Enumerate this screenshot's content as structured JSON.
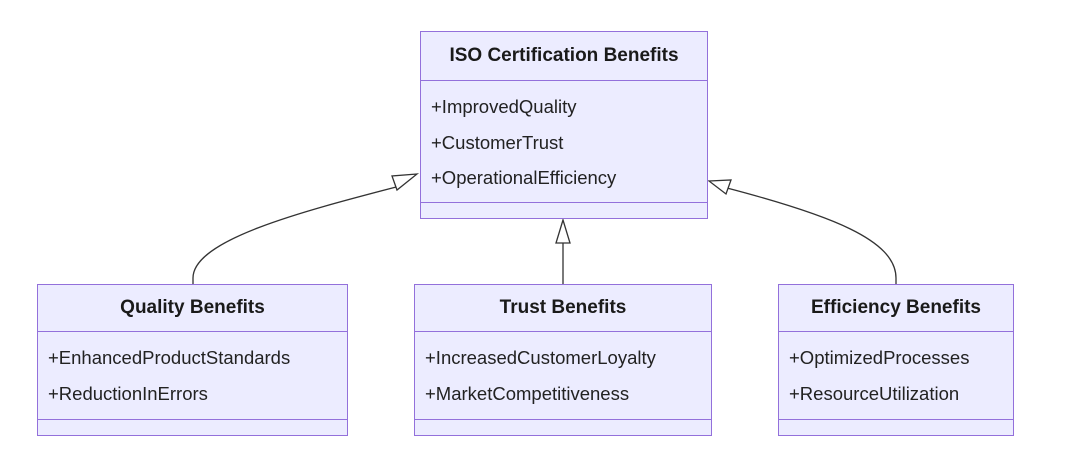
{
  "diagram": {
    "type": "uml-class-diagram",
    "colors": {
      "fill": "#ececff",
      "stroke": "#9370db",
      "edge": "#333333"
    },
    "parent": {
      "name": "ISO Certification Benefits",
      "attributes": [
        "+ImprovedQuality",
        "+CustomerTrust",
        "+OperationalEfficiency"
      ]
    },
    "children": [
      {
        "name": "Quality Benefits",
        "attributes": [
          "+EnhancedProductStandards",
          "+ReductionInErrors"
        ]
      },
      {
        "name": "Trust Benefits",
        "attributes": [
          "+IncreasedCustomerLoyalty",
          "+MarketCompetitiveness"
        ]
      },
      {
        "name": "Efficiency Benefits",
        "attributes": [
          "+OptimizedProcesses",
          "+ResourceUtilization"
        ]
      }
    ],
    "relations": [
      {
        "from": "Quality Benefits",
        "to": "ISO Certification Benefits",
        "kind": "inheritance"
      },
      {
        "from": "Trust Benefits",
        "to": "ISO Certification Benefits",
        "kind": "inheritance"
      },
      {
        "from": "Efficiency Benefits",
        "to": "ISO Certification Benefits",
        "kind": "inheritance"
      }
    ]
  }
}
